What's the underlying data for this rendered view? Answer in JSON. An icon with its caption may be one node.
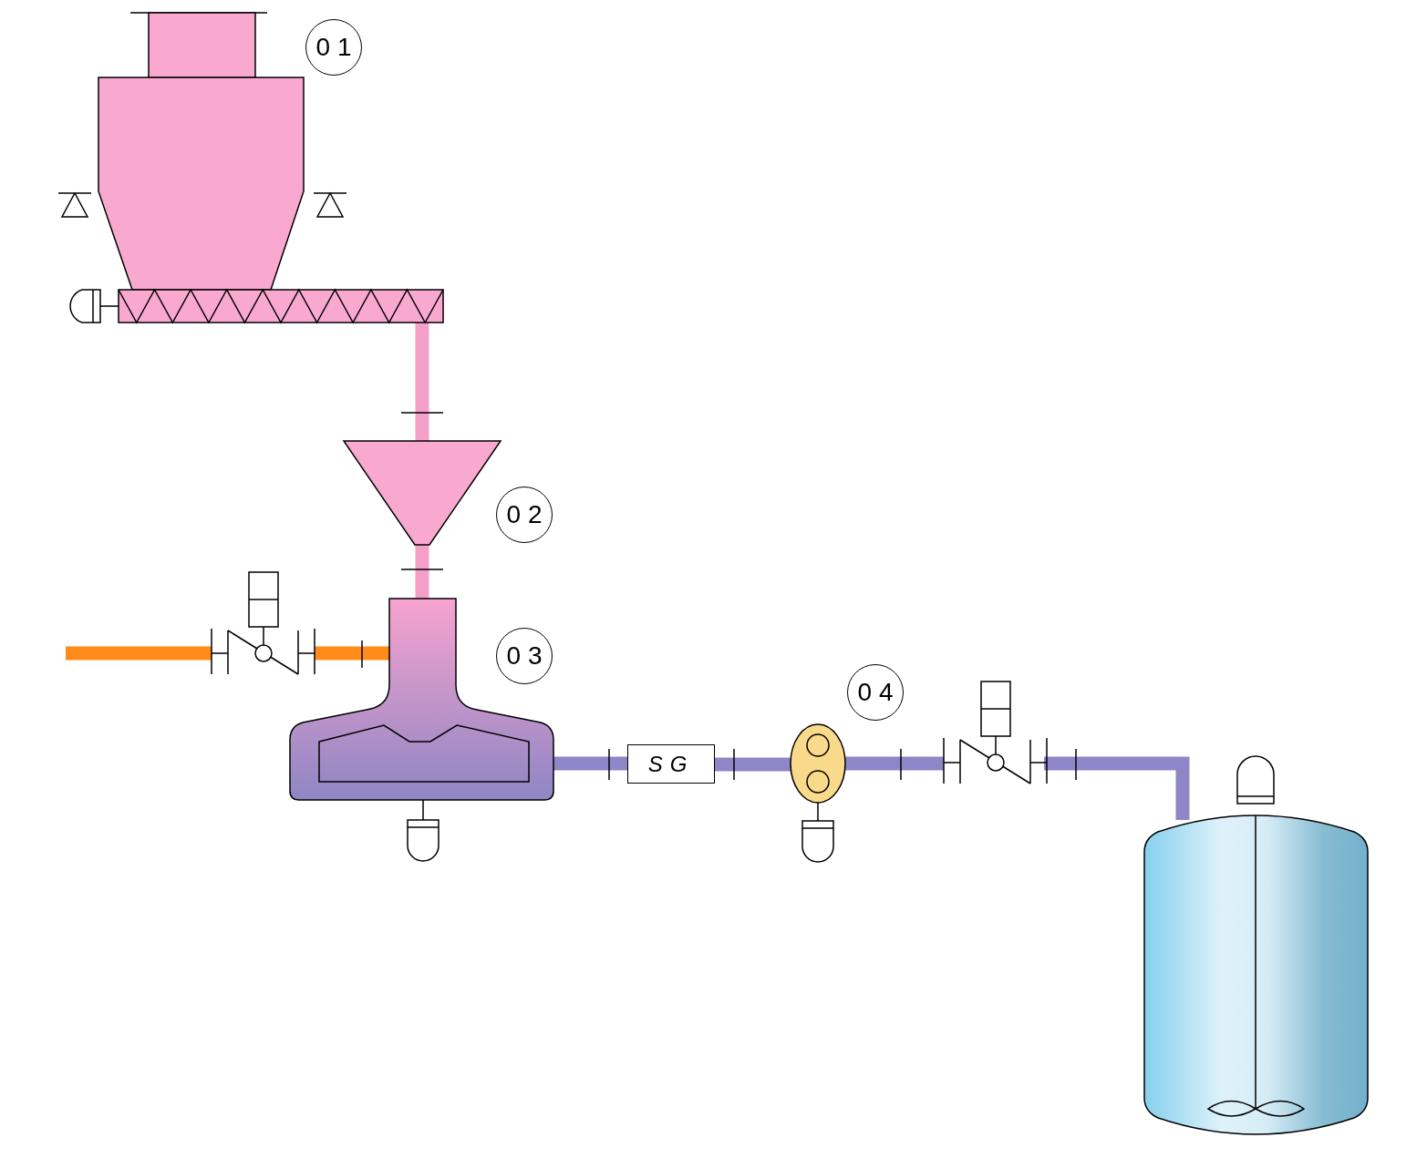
{
  "diagram": {
    "nodes": [
      {
        "text": [],
        "shape": "hopper"
      },
      {
        "text": [],
        "shape": "conveyor"
      },
      {
        "text": [],
        "shape": "funnel"
      },
      {
        "text": [],
        "shape": "mixer"
      },
      {
        "text": [],
        "shape": "valve"
      },
      {
        "text": [
          "SG"
        ]
      },
      {
        "text": [],
        "shape": "pump"
      },
      {
        "text": [],
        "shape": "valve"
      },
      {
        "text": [],
        "shape": "tank"
      }
    ],
    "edges": [
      {
        "from": 1,
        "to": 2,
        "arrow": "none",
        "color": "#f5a0c8"
      },
      {
        "from": 2,
        "to": 3,
        "arrow": "none",
        "color": "#f5a0c8"
      },
      {
        "from": null,
        "to": 4,
        "arrow": "none",
        "color": "#ff8c1a"
      },
      {
        "from": 4,
        "to": 3,
        "arrow": "none",
        "color": "#ff8c1a"
      },
      {
        "from": 3,
        "to": 5,
        "arrow": "none"
      },
      {
        "from": 5,
        "to": 6,
        "arrow": "none"
      },
      {
        "from": 6,
        "to": 7,
        "arrow": "none"
      },
      {
        "from": 7,
        "to": 8,
        "arrow": "none"
      }
    ],
    "labels": [
      "01",
      "02",
      "03",
      "04"
    ]
  }
}
